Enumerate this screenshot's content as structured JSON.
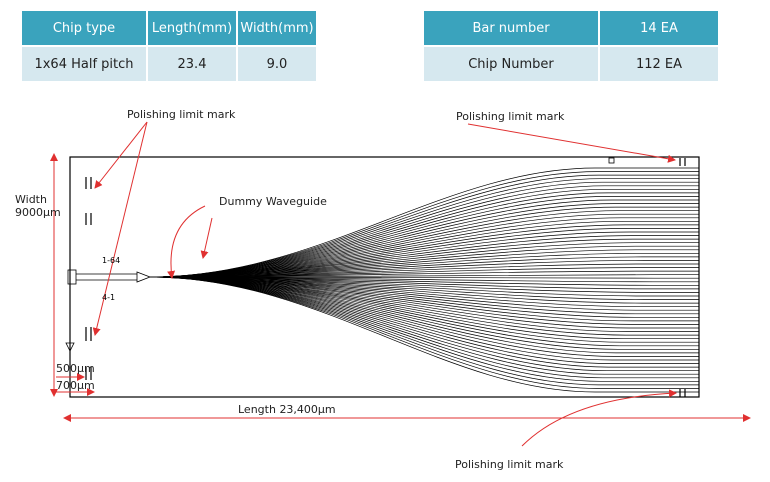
{
  "chip_table": {
    "headers": [
      "Chip type",
      "Length(mm)",
      "Width(mm)"
    ],
    "row": [
      "1x64 Half pitch",
      "23.4",
      "9.0"
    ]
  },
  "bar_table": {
    "rows": [
      [
        "Bar number",
        "14 EA"
      ],
      [
        "Chip Number",
        "112 EA"
      ]
    ]
  },
  "diagram": {
    "labels": {
      "polish_left": "Polishing limit mark",
      "polish_top_right": "Polishing limit mark",
      "polish_bottom": "Polishing limit mark",
      "dummy": "Dummy Waveguide",
      "width_line1": "Width",
      "width_line2": "9000μm",
      "length": "Length  23,400μm",
      "port_top": "1-64",
      "port_bottom": "4-1",
      "dim_500": "500μm",
      "dim_700": "700μm"
    },
    "waveguide_count": 64,
    "colors": {
      "header": "#3aa3bd",
      "cell": "#d6e8ef",
      "arrow": "#e03030",
      "line": "#000000"
    }
  }
}
